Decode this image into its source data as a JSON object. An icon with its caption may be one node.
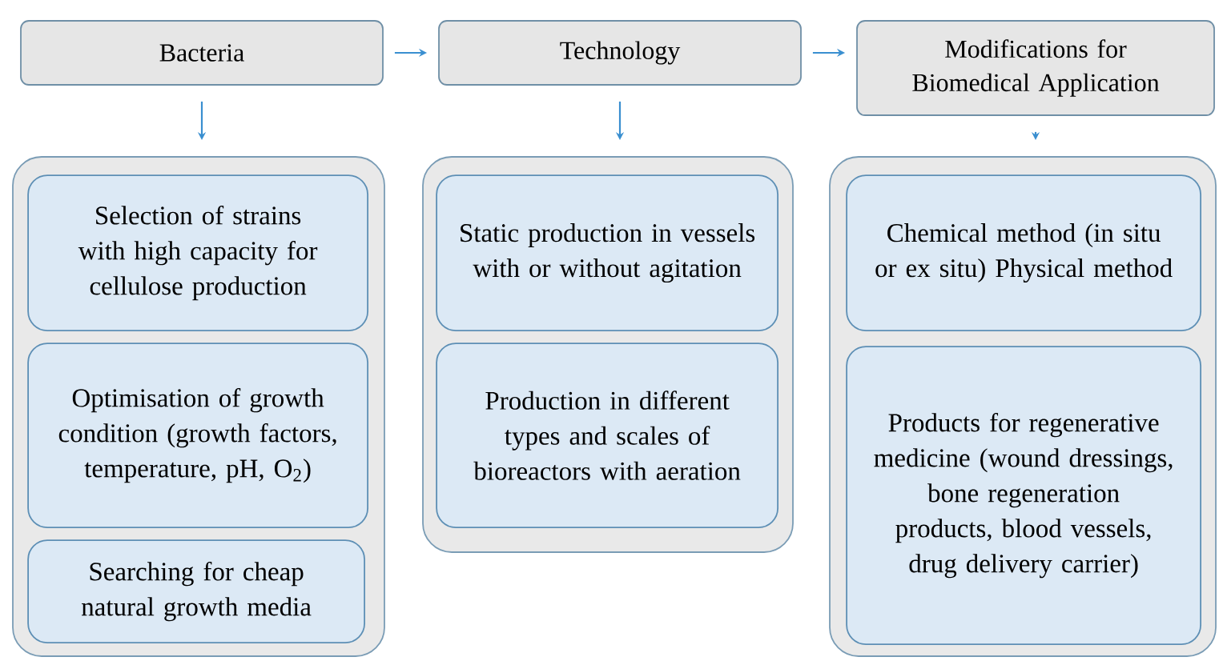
{
  "diagram": {
    "nodes": [
      {
        "text": [
          "Bacteria"
        ]
      },
      {
        "text": [
          "Technology"
        ]
      },
      {
        "text": [
          "Modifications for Biomedical Application"
        ]
      },
      {
        "text": [],
        "shape": "box"
      },
      {
        "text": [
          "Selection of strains with high capacity for cellulose production"
        ],
        "in": 3
      },
      {
        "text": [
          "Optimisation of growth condition (growth factors, temperature, pH, O$_{2}$)"
        ],
        "in": 3
      },
      {
        "text": [
          "Searching for cheap natural growth media"
        ],
        "in": 3
      },
      {
        "text": [],
        "shape": "box"
      },
      {
        "text": [
          "Static production in vessels with or without agitation"
        ],
        "in": 7
      },
      {
        "text": [
          "Production in different types and scales of bioreactors with aeration"
        ],
        "in": 7
      },
      {
        "text": [],
        "shape": "box"
      },
      {
        "text": [
          "Chemical method (in situ or ex situ) Physical method"
        ],
        "in": 10
      },
      {
        "text": [
          "Products for regenerative medicine (wound dressings, bone regeneration products, blood vessels, drug delivery carrier)"
        ],
        "in": 10
      }
    ],
    "edges": [
      {
        "from": 0,
        "to": 1,
        "arrow": "to"
      },
      {
        "from": 1,
        "to": 2,
        "arrow": "to"
      },
      {
        "from": 0,
        "to": 3,
        "arrow": "to"
      },
      {
        "from": 1,
        "to": 7,
        "arrow": "to"
      },
      {
        "from": 2,
        "to": 10,
        "arrow": "to"
      }
    ]
  }
}
